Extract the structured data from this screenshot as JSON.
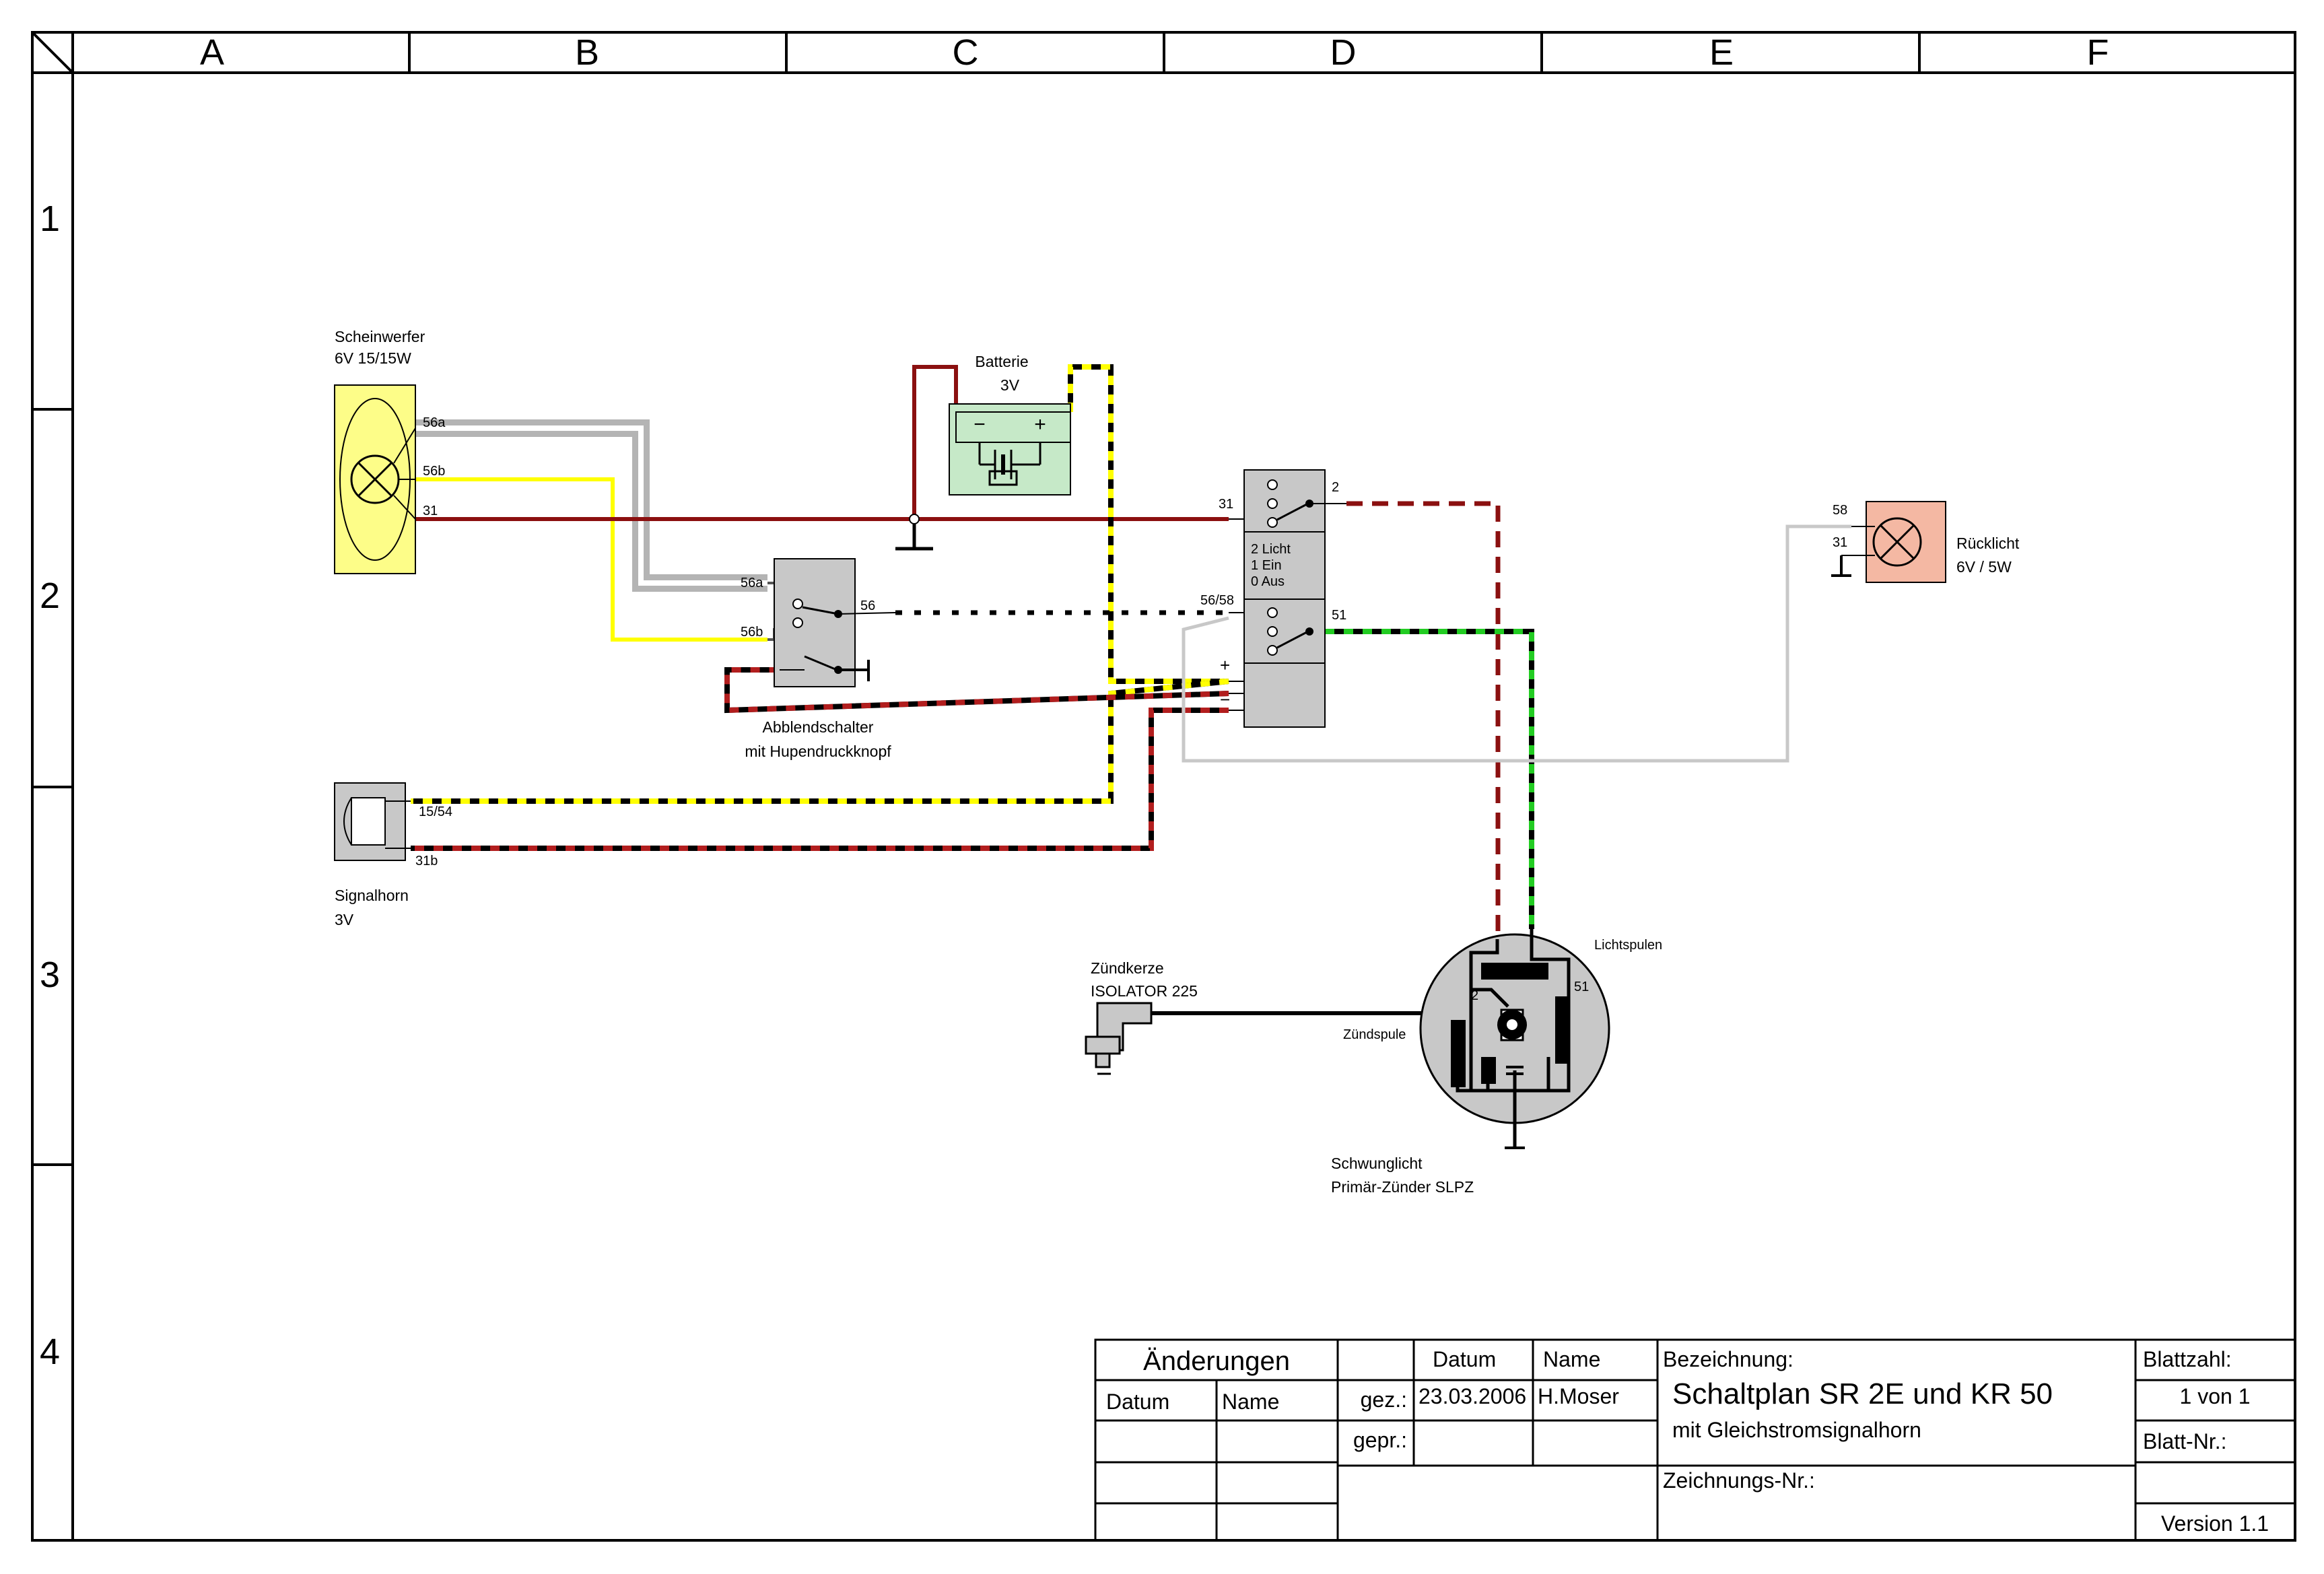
{
  "grid": {
    "columns": [
      "A",
      "B",
      "C",
      "D",
      "E",
      "F"
    ],
    "rows": [
      "1",
      "2",
      "3",
      "4"
    ]
  },
  "components": {
    "headlight": {
      "line1": "Scheinwerfer",
      "line2": "6V 15/15W",
      "pins": [
        "56a",
        "56b",
        "31"
      ]
    },
    "battery": {
      "line1": "Batterie",
      "line2": "3V",
      "minus": "−",
      "plus": "+"
    },
    "dimmer": {
      "line1": "Abblendschalter",
      "line2": "mit Hupendruckknopf",
      "pins": [
        "56a",
        "56b",
        "56"
      ]
    },
    "horn": {
      "line1": "Signalhorn",
      "line2": "3V",
      "pins": [
        "15/54",
        "31b"
      ]
    },
    "light_switch": {
      "pin_31": "31",
      "pin_2": "2",
      "pin_5658": "56/58",
      "pin_51": "51",
      "legend": [
        "2 Licht",
        "1 Ein",
        "0 Aus"
      ],
      "plus": "+",
      "minus": "−"
    },
    "taillight": {
      "line1": "Rücklicht",
      "line2": "6V / 5W",
      "pins": [
        "58",
        "31"
      ]
    },
    "spark_plug": {
      "line1": "Zündkerze",
      "line2": "ISOLATOR 225"
    },
    "magneto": {
      "line1": "Schwunglicht",
      "line2": "Primär-Zünder SLPZ",
      "lichtspulen": "Lichtspulen",
      "zuendspule": "Zündspule",
      "pin_2": "2",
      "pin_51": "51"
    }
  },
  "title_block": {
    "aenderungen": "Änderungen",
    "datum": "Datum",
    "name": "Name",
    "gez": "gez.:",
    "gepr": "gepr.:",
    "date_value": "23.03.2006",
    "name_value": "H.Moser",
    "bezeichnung_label": "Bezeichnung:",
    "title": "Schaltplan SR 2E und KR 50",
    "subtitle": "mit Gleichstromsignalhorn",
    "zeichnungs_nr": "Zeichnungs-Nr.:",
    "blattzahl": "Blattzahl:",
    "blattzahl_value": "1 von 1",
    "blatt_nr": "Blatt-Nr.:",
    "version": "Version 1.1"
  },
  "colors": {
    "wire_red": "#8b1010",
    "wire_yellow": "#ffff00",
    "wire_gray": "#b4b4b4",
    "wire_green": "#22cc22",
    "headlight_fill": "#fdfd88",
    "battery_fill": "#c6e9c8",
    "taillight_fill": "#f4b8a3",
    "switch_fill": "#c8c8c8"
  }
}
